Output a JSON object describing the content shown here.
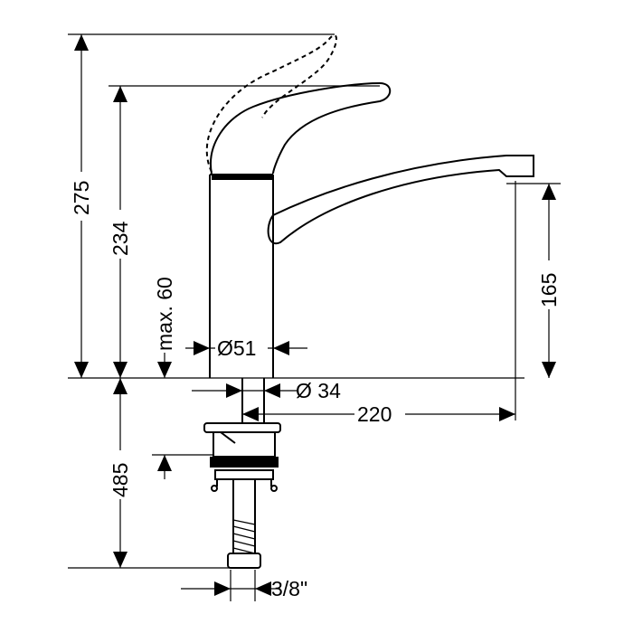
{
  "dimensions": {
    "total_height": "275",
    "handle_height": "234",
    "max_deck": "max. 60",
    "body_diameter": "Ø51",
    "stem_diameter": "Ø 34",
    "spout_reach": "220",
    "spout_height": "165",
    "below_deck": "485",
    "connection": "3/8\""
  }
}
